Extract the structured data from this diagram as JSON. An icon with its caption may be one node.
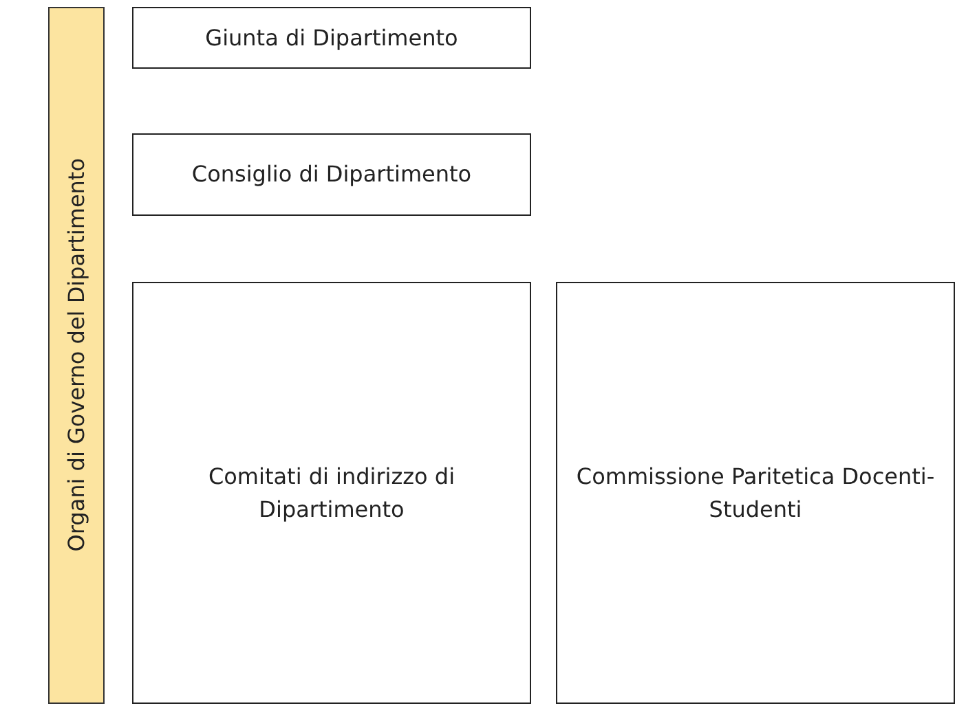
{
  "diagram": {
    "nodes": [
      {
        "text": [
          "Organi di Governo del Dipartimento"
        ]
      },
      {
        "text": [
          "Giunta di Dipartimento"
        ]
      },
      {
        "text": [
          "Consiglio di Dipartimento"
        ]
      },
      {
        "text": [
          "Comitati di indirizzo di Dipartimento"
        ]
      },
      {
        "text": [
          "Commissione Paritetica Docenti-Studenti"
        ]
      }
    ],
    "edges": []
  }
}
